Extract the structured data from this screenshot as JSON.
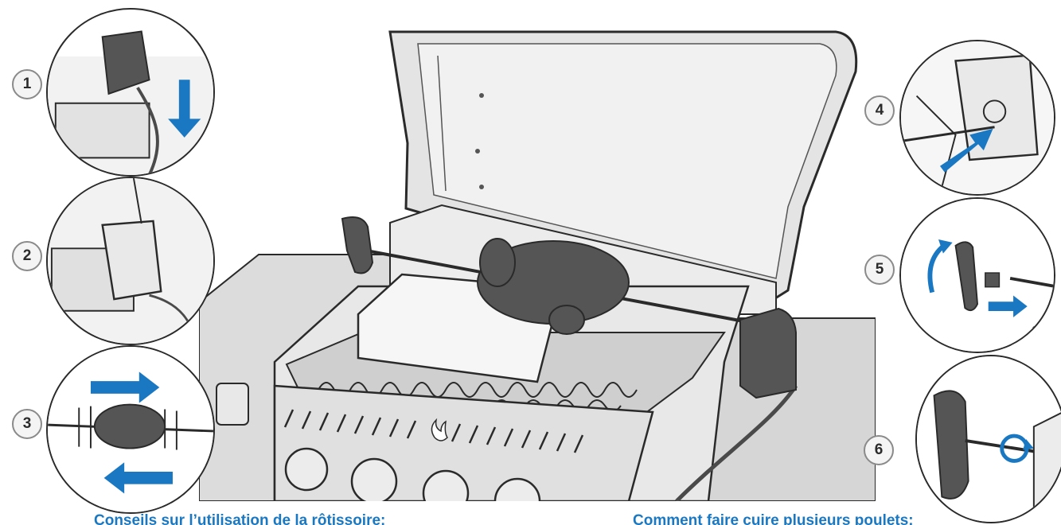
{
  "steps": [
    {
      "number": "1",
      "action": "motor-slide-down"
    },
    {
      "number": "2",
      "action": "motor-mounted"
    },
    {
      "number": "3",
      "action": "poultry-forks-slide"
    },
    {
      "number": "4",
      "action": "spit-insert"
    },
    {
      "number": "5",
      "action": "handle-unscrew"
    },
    {
      "number": "6",
      "action": "handle-tighten"
    }
  ],
  "sections": {
    "tips_heading": "Conseils sur l’utilisation de la rôtissoire:",
    "multiple_chickens_heading": "Comment faire cuire plusieurs poulets:"
  },
  "colors": {
    "accent_blue": "#1a78c2",
    "line_dark": "#2a2a2a",
    "metal_light": "#e4e4e4",
    "motor_dark": "#555555",
    "badge_border": "#8a8a8a"
  },
  "icons": [
    "arrow-down-icon",
    "arrow-right-icon",
    "arrow-left-icon",
    "rotate-arrow-icon",
    "flame-logo-icon"
  ]
}
